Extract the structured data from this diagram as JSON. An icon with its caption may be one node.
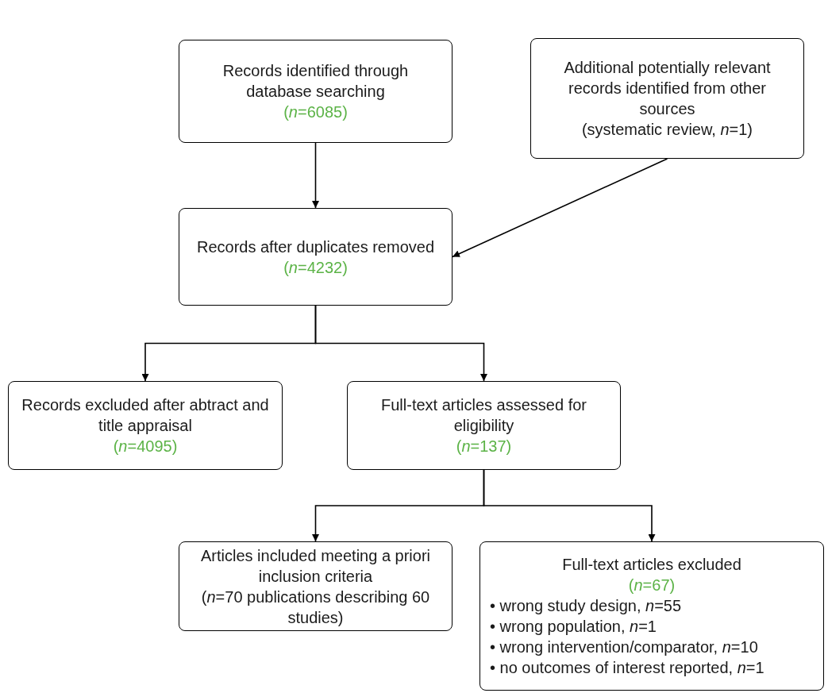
{
  "diagram": {
    "nodes": [
      {
        "text": [
          "Records identified through database searching",
          "(*n*=6085)"
        ]
      },
      {
        "text": [
          "Additional potentially relevant records identified from other sources",
          "(systematic review, *n*=1)"
        ]
      },
      {
        "text": [
          "Records after duplicates removed",
          "(*n*=4232)"
        ]
      },
      {
        "text": [
          "Records excluded after abtract and title appraisal",
          "(*n*=4095)"
        ]
      },
      {
        "text": [
          "Full-text articles assessed for eligibility",
          "(*n*=137)"
        ]
      },
      {
        "text": [
          "Articles included meeting a priori inclusion criteria",
          "(*n*=70 publications describing 60 studies)"
        ]
      },
      {
        "text": [
          "Full-text articles excluded",
          "(*n*=67)",
          "• wrong study design, *n*=55",
          "• wrong population, *n*=1",
          "• wrong intervention/comparator, *n*=10",
          "• no outcomes of interest reported, *n*=1"
        ]
      }
    ],
    "edges": [
      {
        "from": 0,
        "to": 2,
        "arrow": "to"
      },
      {
        "from": 1,
        "to": 2,
        "arrow": "to"
      },
      {
        "from": 2,
        "to": 3,
        "arrow": "to"
      },
      {
        "from": 2,
        "to": 4,
        "arrow": "to"
      },
      {
        "from": 4,
        "to": 5,
        "arrow": "to"
      },
      {
        "from": 4,
        "to": 6,
        "arrow": "to"
      }
    ]
  }
}
